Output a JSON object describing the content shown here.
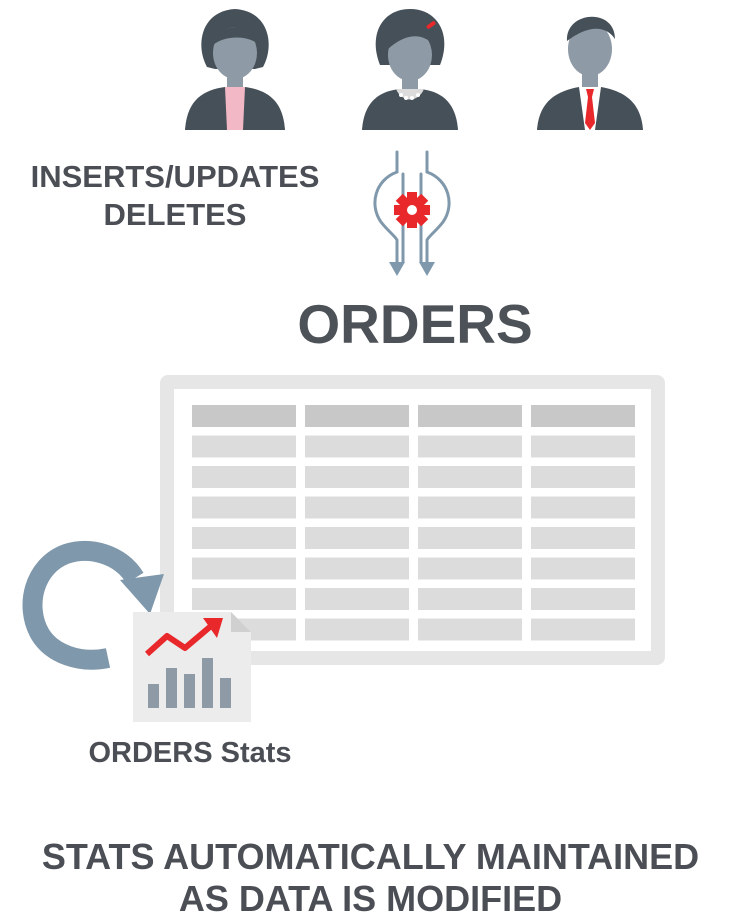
{
  "operations": {
    "line1": "INSERTS/UPDATES",
    "line2": "DELETES"
  },
  "table": {
    "title": "ORDERS",
    "columns": 4,
    "rows": 8
  },
  "stats": {
    "label": "ORDERS Stats"
  },
  "footer": {
    "line1": "STATS AUTOMATICALLY MAINTAINED",
    "line2": "AS DATA IS MODIFIED"
  },
  "colors": {
    "text": "#4b4f55",
    "user_head": "#8e9aa5",
    "user_hair": "#465058",
    "accent_red": "#e8282b",
    "arrow_blue": "#7f98ab",
    "table_frame": "#e6e6e6",
    "table_header_cell": "#c8c8c8",
    "table_cell": "#dcdcdc"
  }
}
